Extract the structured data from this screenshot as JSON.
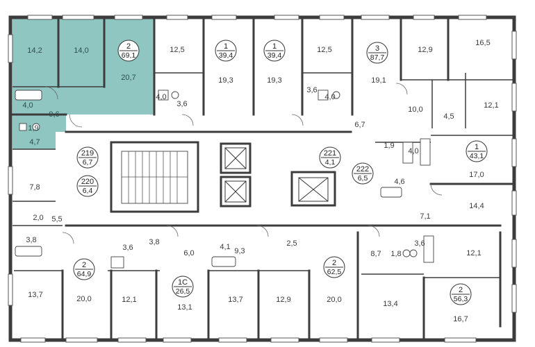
{
  "colors": {
    "highlight": "#8fc6c2",
    "wall": "#3c3c3c",
    "background": "#ffffff"
  },
  "selected_apartment": {
    "rooms_badge": "2",
    "area_badge": "69,1",
    "rooms": [
      "14,2",
      "14,0",
      "20,7",
      "4,0",
      "9,6",
      "1,9",
      "4,7"
    ]
  },
  "apartment_badges": [
    {
      "top": "2",
      "bottom": "69,1"
    },
    {
      "top": "1",
      "bottom": "39,4"
    },
    {
      "top": "1",
      "bottom": "39,4"
    },
    {
      "top": "3",
      "bottom": "87,7"
    },
    {
      "top": "1",
      "bottom": "43,1"
    },
    {
      "top": "2",
      "bottom": "64,9"
    },
    {
      "top": "1С",
      "bottom": "26,5"
    },
    {
      "top": "2",
      "bottom": "62,5"
    },
    {
      "top": "2",
      "bottom": "56,3"
    }
  ],
  "storage_badges": [
    {
      "top": "219",
      "bottom": "6,7"
    },
    {
      "top": "220",
      "bottom": "6,4"
    },
    {
      "top": "221",
      "bottom": "4,1"
    },
    {
      "top": "222",
      "bottom": "6,5"
    }
  ],
  "room_areas": [
    "12,5",
    "19,3",
    "4,0",
    "3,6",
    "19,3",
    "12,5",
    "3,6",
    "4,0",
    "19,1",
    "12,9",
    "16,5",
    "10,0",
    "12,1",
    "4,5",
    "6,7",
    "1,9",
    "4,0",
    "17,0",
    "4,6",
    "14,4",
    "7,1",
    "7,8",
    "2,0",
    "5,5",
    "3,8",
    "13,7",
    "20,0",
    "3,6",
    "3,8",
    "12,1",
    "6,0",
    "13,1",
    "4,1",
    "9,3",
    "2,5",
    "13,7",
    "12,9",
    "20,0",
    "8,7",
    "1,8",
    "3,6",
    "12,1",
    "13,4",
    "16,7"
  ]
}
